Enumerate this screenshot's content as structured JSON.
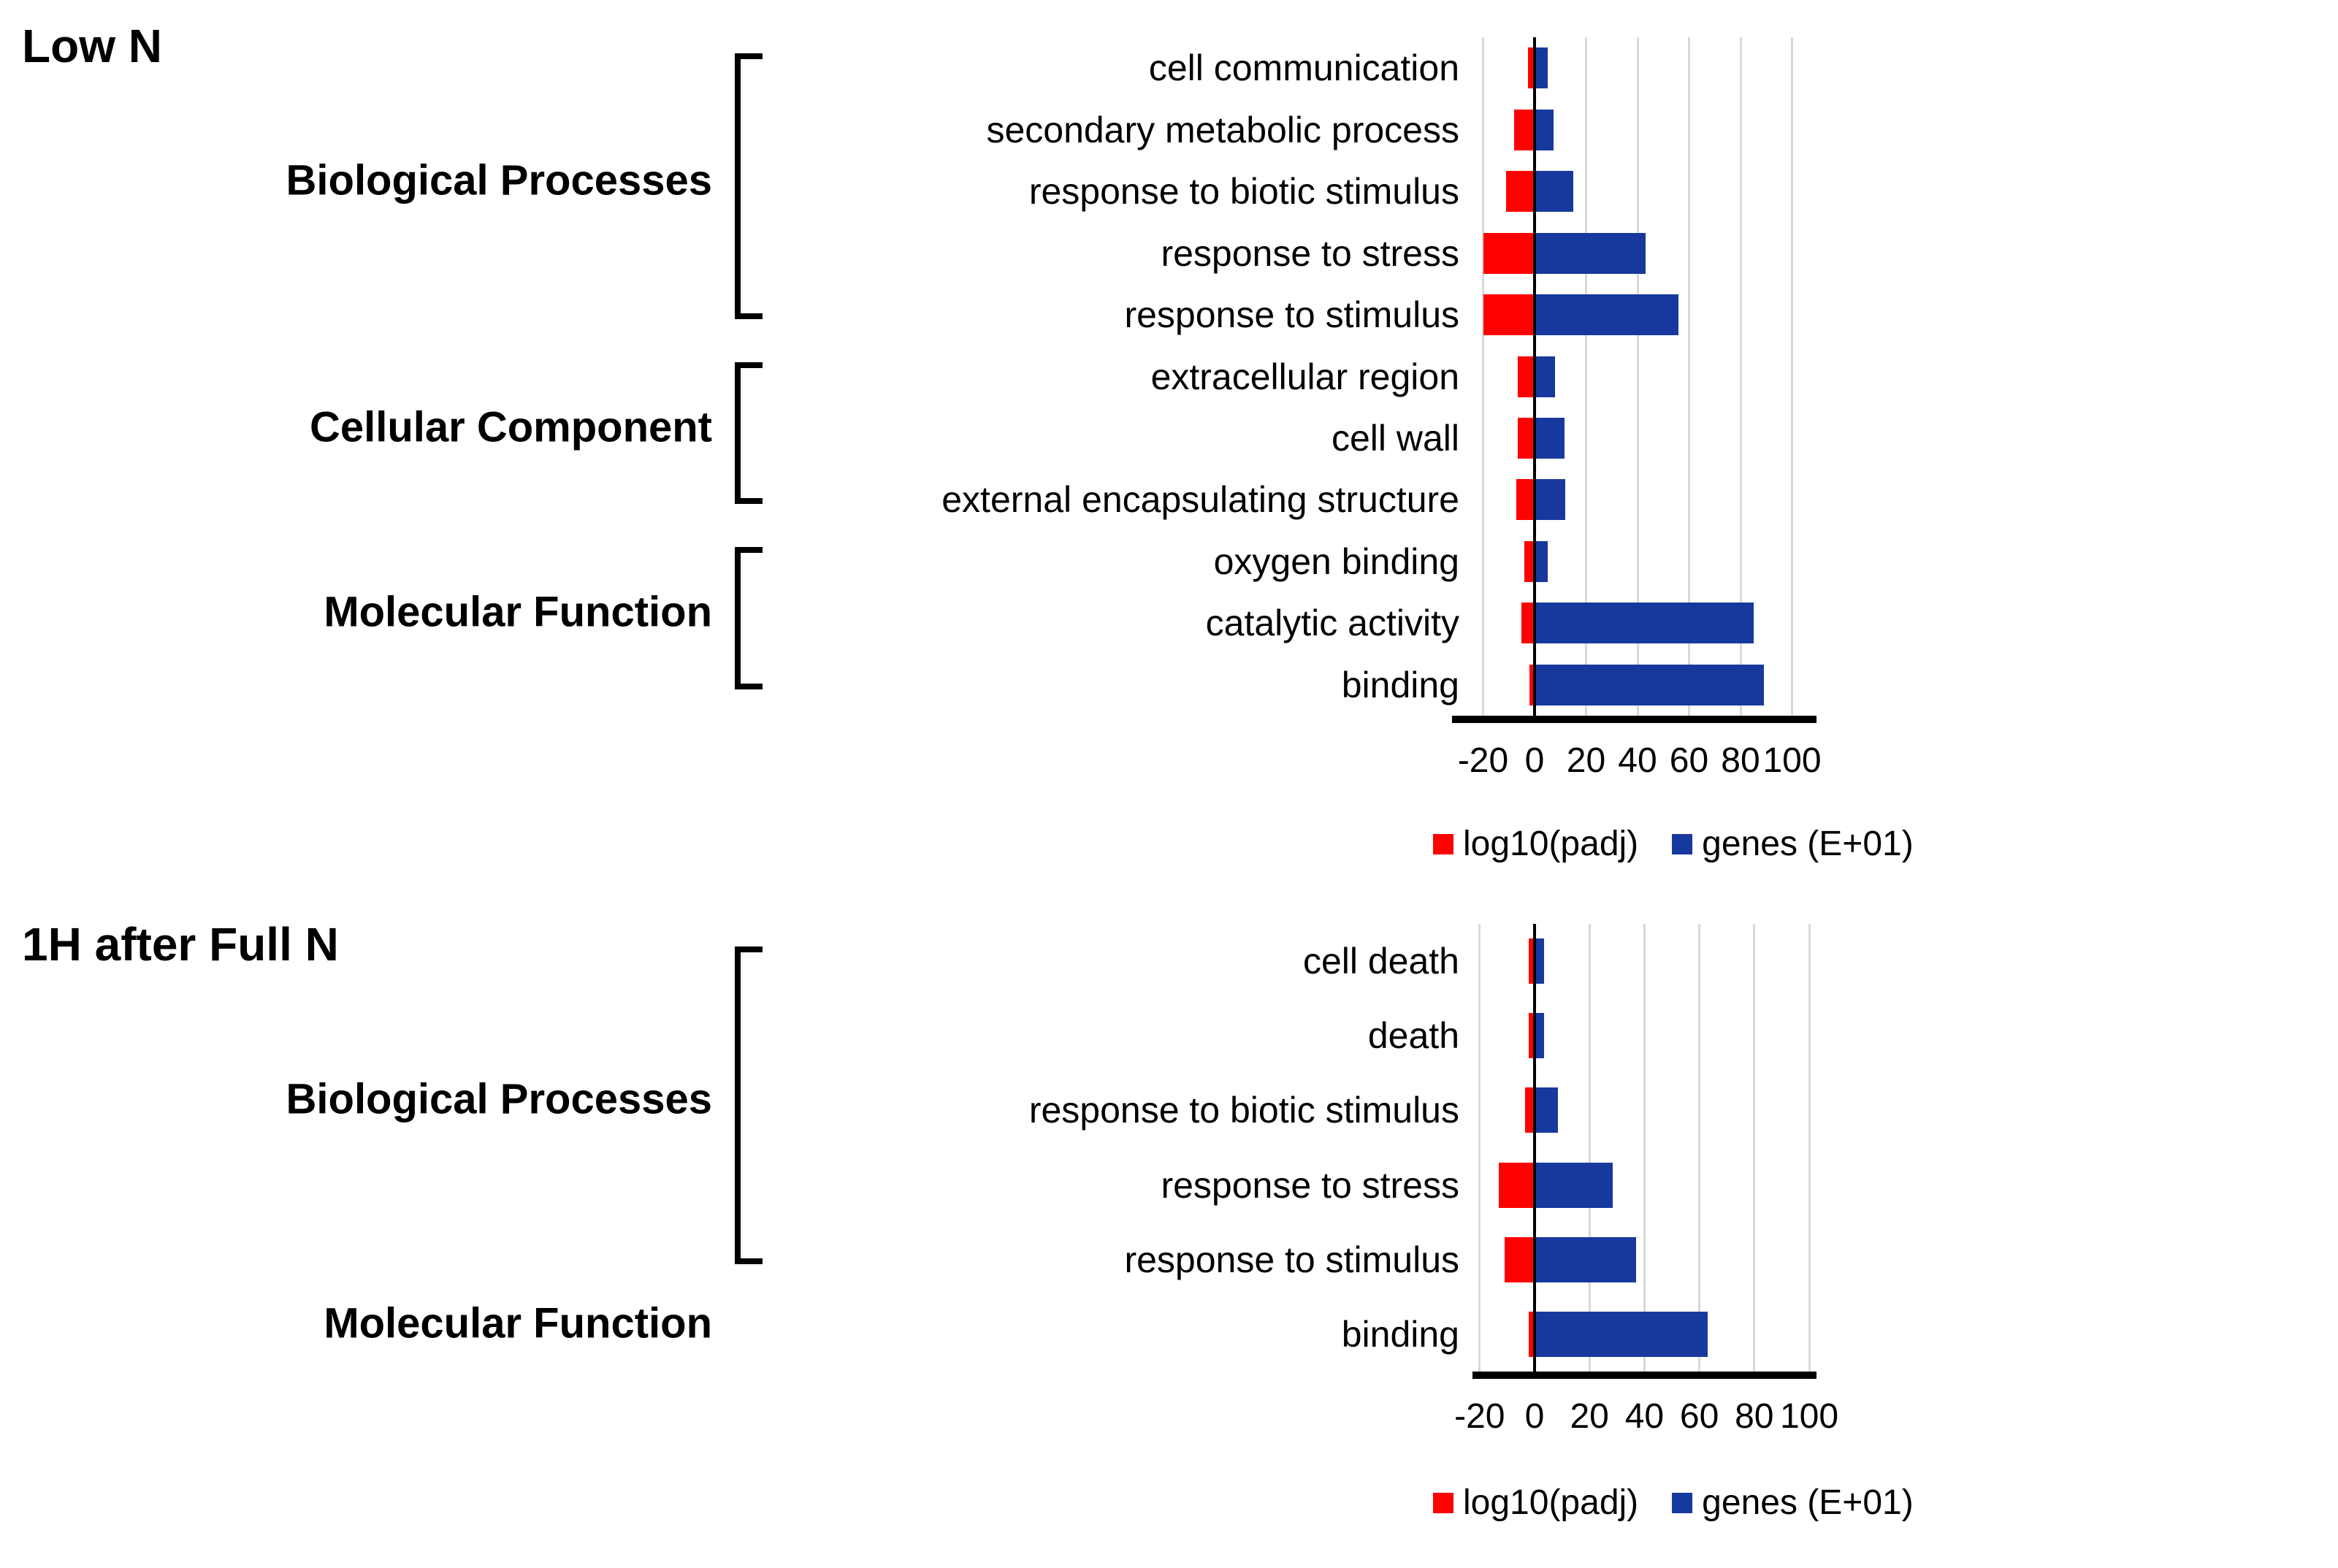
{
  "figure": {
    "background": "#ffffff",
    "colors": {
      "red": "#fe0000",
      "blue": "#17399e",
      "gridline": "#d9d9d9",
      "axis": "#000000",
      "text": "#000000"
    }
  },
  "sections": [
    {
      "id": "low-n",
      "title": "Low N",
      "groups": [
        {
          "label": "Biological Processes",
          "row_start": 0,
          "row_end": 4,
          "bracket": true
        },
        {
          "label": "Cellular Component",
          "row_start": 5,
          "row_end": 7,
          "bracket": true
        },
        {
          "label": "Molecular Function",
          "row_start": 8,
          "row_end": 10,
          "bracket": true
        }
      ],
      "chart_data": {
        "type": "bar",
        "orientation": "horizontal",
        "title": "Low N",
        "xlabel": "",
        "ylabel": "",
        "categories": [
          "cell communication",
          "secondary metabolic process",
          "response to biotic stimulus",
          "response to stress",
          "response to stimulus",
          "extracellular region",
          "cell wall",
          "external encapsulating structure",
          "oxygen binding",
          "catalytic activity",
          "binding"
        ],
        "series": [
          {
            "name": "log10(padj)",
            "color_key": "red",
            "values": [
              -2.5,
              -8,
              -11,
              -20,
              -20,
              -6.5,
              -6.5,
              -7,
              -4,
              -5,
              -2
            ]
          },
          {
            "name": "genes (E+01)",
            "color_key": "blue",
            "values": [
              5,
              7.5,
              15,
              43,
              56,
              8,
              11.5,
              12,
              5,
              85,
              89
            ]
          }
        ],
        "xlim": [
          -20,
          100
        ],
        "xticks": [
          -20,
          0,
          20,
          40,
          60,
          80,
          100
        ],
        "grid": true,
        "legend_position": "bottom"
      }
    },
    {
      "id": "1h-after-full-n",
      "title": "1H after Full N",
      "groups": [
        {
          "label": "Biological Processes",
          "row_start": 0,
          "row_end": 4,
          "bracket": true
        },
        {
          "label": "Molecular Function",
          "row_start": 5,
          "row_end": 5,
          "bracket": false
        }
      ],
      "chart_data": {
        "type": "bar",
        "orientation": "horizontal",
        "title": "1H after Full N",
        "xlabel": "",
        "ylabel": "",
        "categories": [
          "cell death",
          "death",
          "response to biotic stimulus",
          "response to stress",
          "response to stimulus",
          "binding"
        ],
        "series": [
          {
            "name": "log10(padj)",
            "color_key": "red",
            "values": [
              -2,
              -2,
              -3.5,
              -13,
              -11,
              -2
            ]
          },
          {
            "name": "genes (E+01)",
            "color_key": "blue",
            "values": [
              3.5,
              3.5,
              8.5,
              28.5,
              37,
              63
            ]
          }
        ],
        "xlim": [
          -20,
          100
        ],
        "xticks": [
          -20,
          0,
          20,
          40,
          60,
          80,
          100
        ],
        "grid": true,
        "legend_position": "bottom"
      }
    }
  ]
}
